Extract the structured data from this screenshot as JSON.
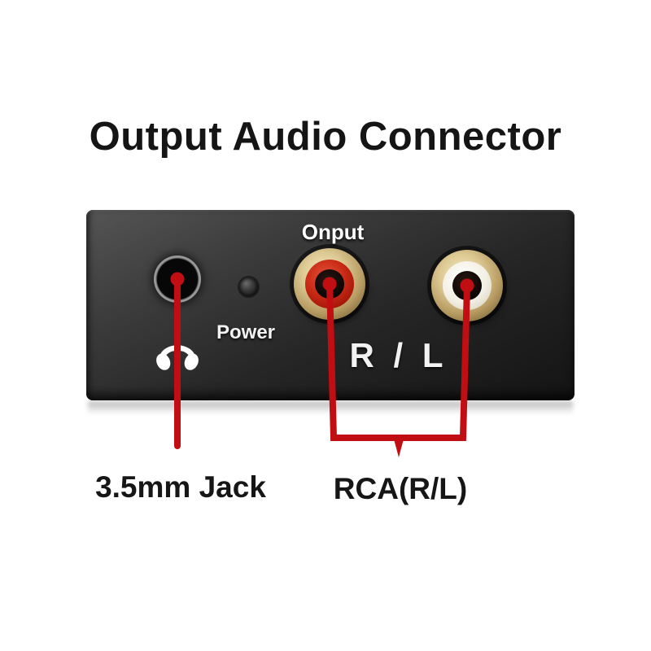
{
  "title": "Output Audio Connector",
  "device": {
    "output_label": "Onput",
    "power_label": "Power",
    "channel_label": "R / L"
  },
  "callouts": [
    {
      "target": "3.5mm headphone jack",
      "label": "3.5mm Jack"
    },
    {
      "target": "RCA stereo pair",
      "label": "RCA(R/L)"
    }
  ],
  "icons": {
    "headphone": "headphone-icon"
  },
  "colors": {
    "callout_red": "#c10e12",
    "panel_dark": "#1e1e1e",
    "rca_gold": "#d9c48c",
    "rca_red": "#c92a16",
    "rca_white": "#f3efe4",
    "text_white": "#f2f2f2",
    "text_black": "#161616"
  }
}
